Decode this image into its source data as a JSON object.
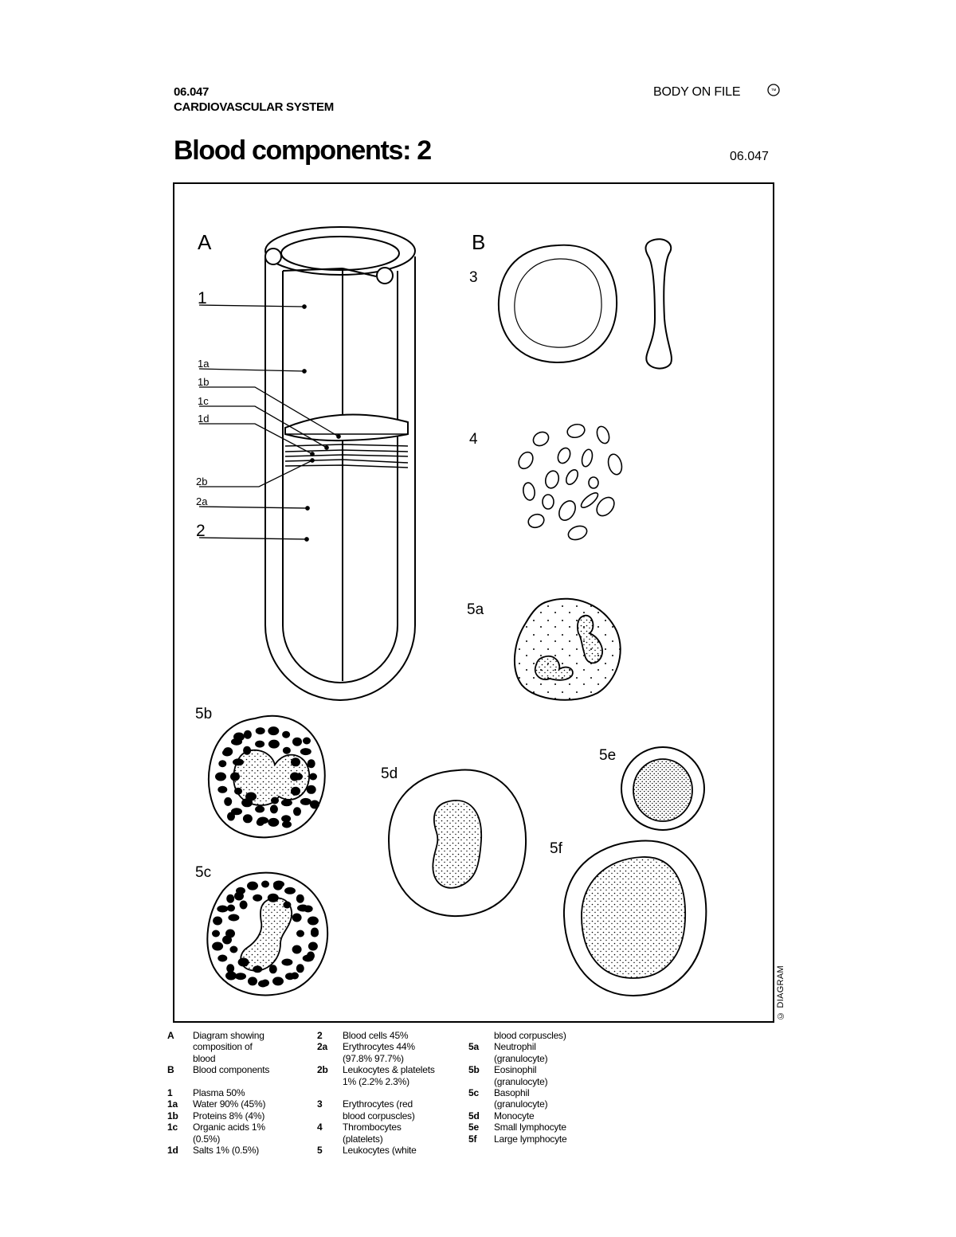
{
  "header": {
    "code": "06.047",
    "system": "CARDIOVASCULAR SYSTEM",
    "brand": "BODY ON FILE",
    "brand_mark": "™"
  },
  "title": "Blood components: 2",
  "title_code": "06.047",
  "copyright": "© DIAGRAM",
  "panel_labels": {
    "A": "A",
    "B": "B",
    "l1": "1",
    "l1a": "1a",
    "l1b": "1b",
    "l1c": "1c",
    "l1d": "1d",
    "l2b": "2b",
    "l2a": "2a",
    "l2": "2",
    "l3": "3",
    "l4": "4",
    "l5a": "5a",
    "l5b": "5b",
    "l5c": "5c",
    "l5d": "5d",
    "l5e": "5e",
    "l5f": "5f"
  },
  "legend": {
    "col1": [
      {
        "key": "A",
        "text": "Diagram showing"
      },
      {
        "key": "",
        "text": "composition of"
      },
      {
        "key": "",
        "text": "blood"
      },
      {
        "key": "B",
        "text": "Blood components"
      },
      {
        "key": "",
        "text": ""
      },
      {
        "key": "1",
        "text": "Plasma 50%"
      },
      {
        "key": "1a",
        "text": "Water 90% (45%)"
      },
      {
        "key": "1b",
        "text": "Proteins 8% (4%)"
      },
      {
        "key": "1c",
        "text": "Organic acids 1%"
      },
      {
        "key": "",
        "text": "(0.5%)"
      },
      {
        "key": "1d",
        "text": "Salts 1% (0.5%)"
      }
    ],
    "col2": [
      {
        "key": "2",
        "text": "Blood cells 45%"
      },
      {
        "key": "2a",
        "text": "Erythrocytes 44%"
      },
      {
        "key": "",
        "text": "(97.8% 97.7%)"
      },
      {
        "key": "2b",
        "text": "Leukocytes & platelets"
      },
      {
        "key": "",
        "text": "1% (2.2% 2.3%)"
      },
      {
        "key": "",
        "text": ""
      },
      {
        "key": "3",
        "text": "Erythrocytes (red"
      },
      {
        "key": "",
        "text": "blood corpuscles)"
      },
      {
        "key": "4",
        "text": "Thrombocytes"
      },
      {
        "key": "",
        "text": "(platelets)"
      },
      {
        "key": "5",
        "text": "Leukocytes (white"
      }
    ],
    "col3": [
      {
        "key": "",
        "text": "blood corpuscles)"
      },
      {
        "key": "5a",
        "text": "Neutrophil"
      },
      {
        "key": "",
        "text": "(granulocyte)"
      },
      {
        "key": "5b",
        "text": "Eosinophil"
      },
      {
        "key": "",
        "text": "(granulocyte)"
      },
      {
        "key": "5c",
        "text": "Basophil"
      },
      {
        "key": "",
        "text": "(granulocyte)"
      },
      {
        "key": "5d",
        "text": "Monocyte"
      },
      {
        "key": "5e",
        "text": "Small lymphocyte"
      },
      {
        "key": "5f",
        "text": "Large lymphocyte"
      }
    ]
  }
}
